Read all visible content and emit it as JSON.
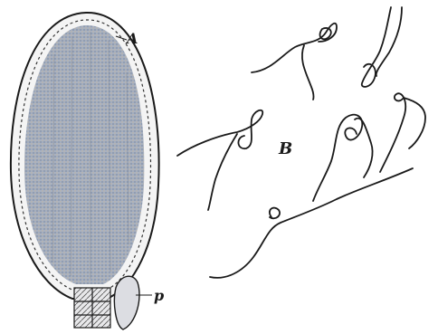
{
  "figure": {
    "labels": {
      "a": "A",
      "b": "B",
      "p": "p"
    },
    "colors": {
      "ink": "#1a1a1a",
      "background": "#ffffff",
      "sporangium_fill": "#9aa6b8",
      "sporangium_tint": "#b9a890"
    }
  }
}
